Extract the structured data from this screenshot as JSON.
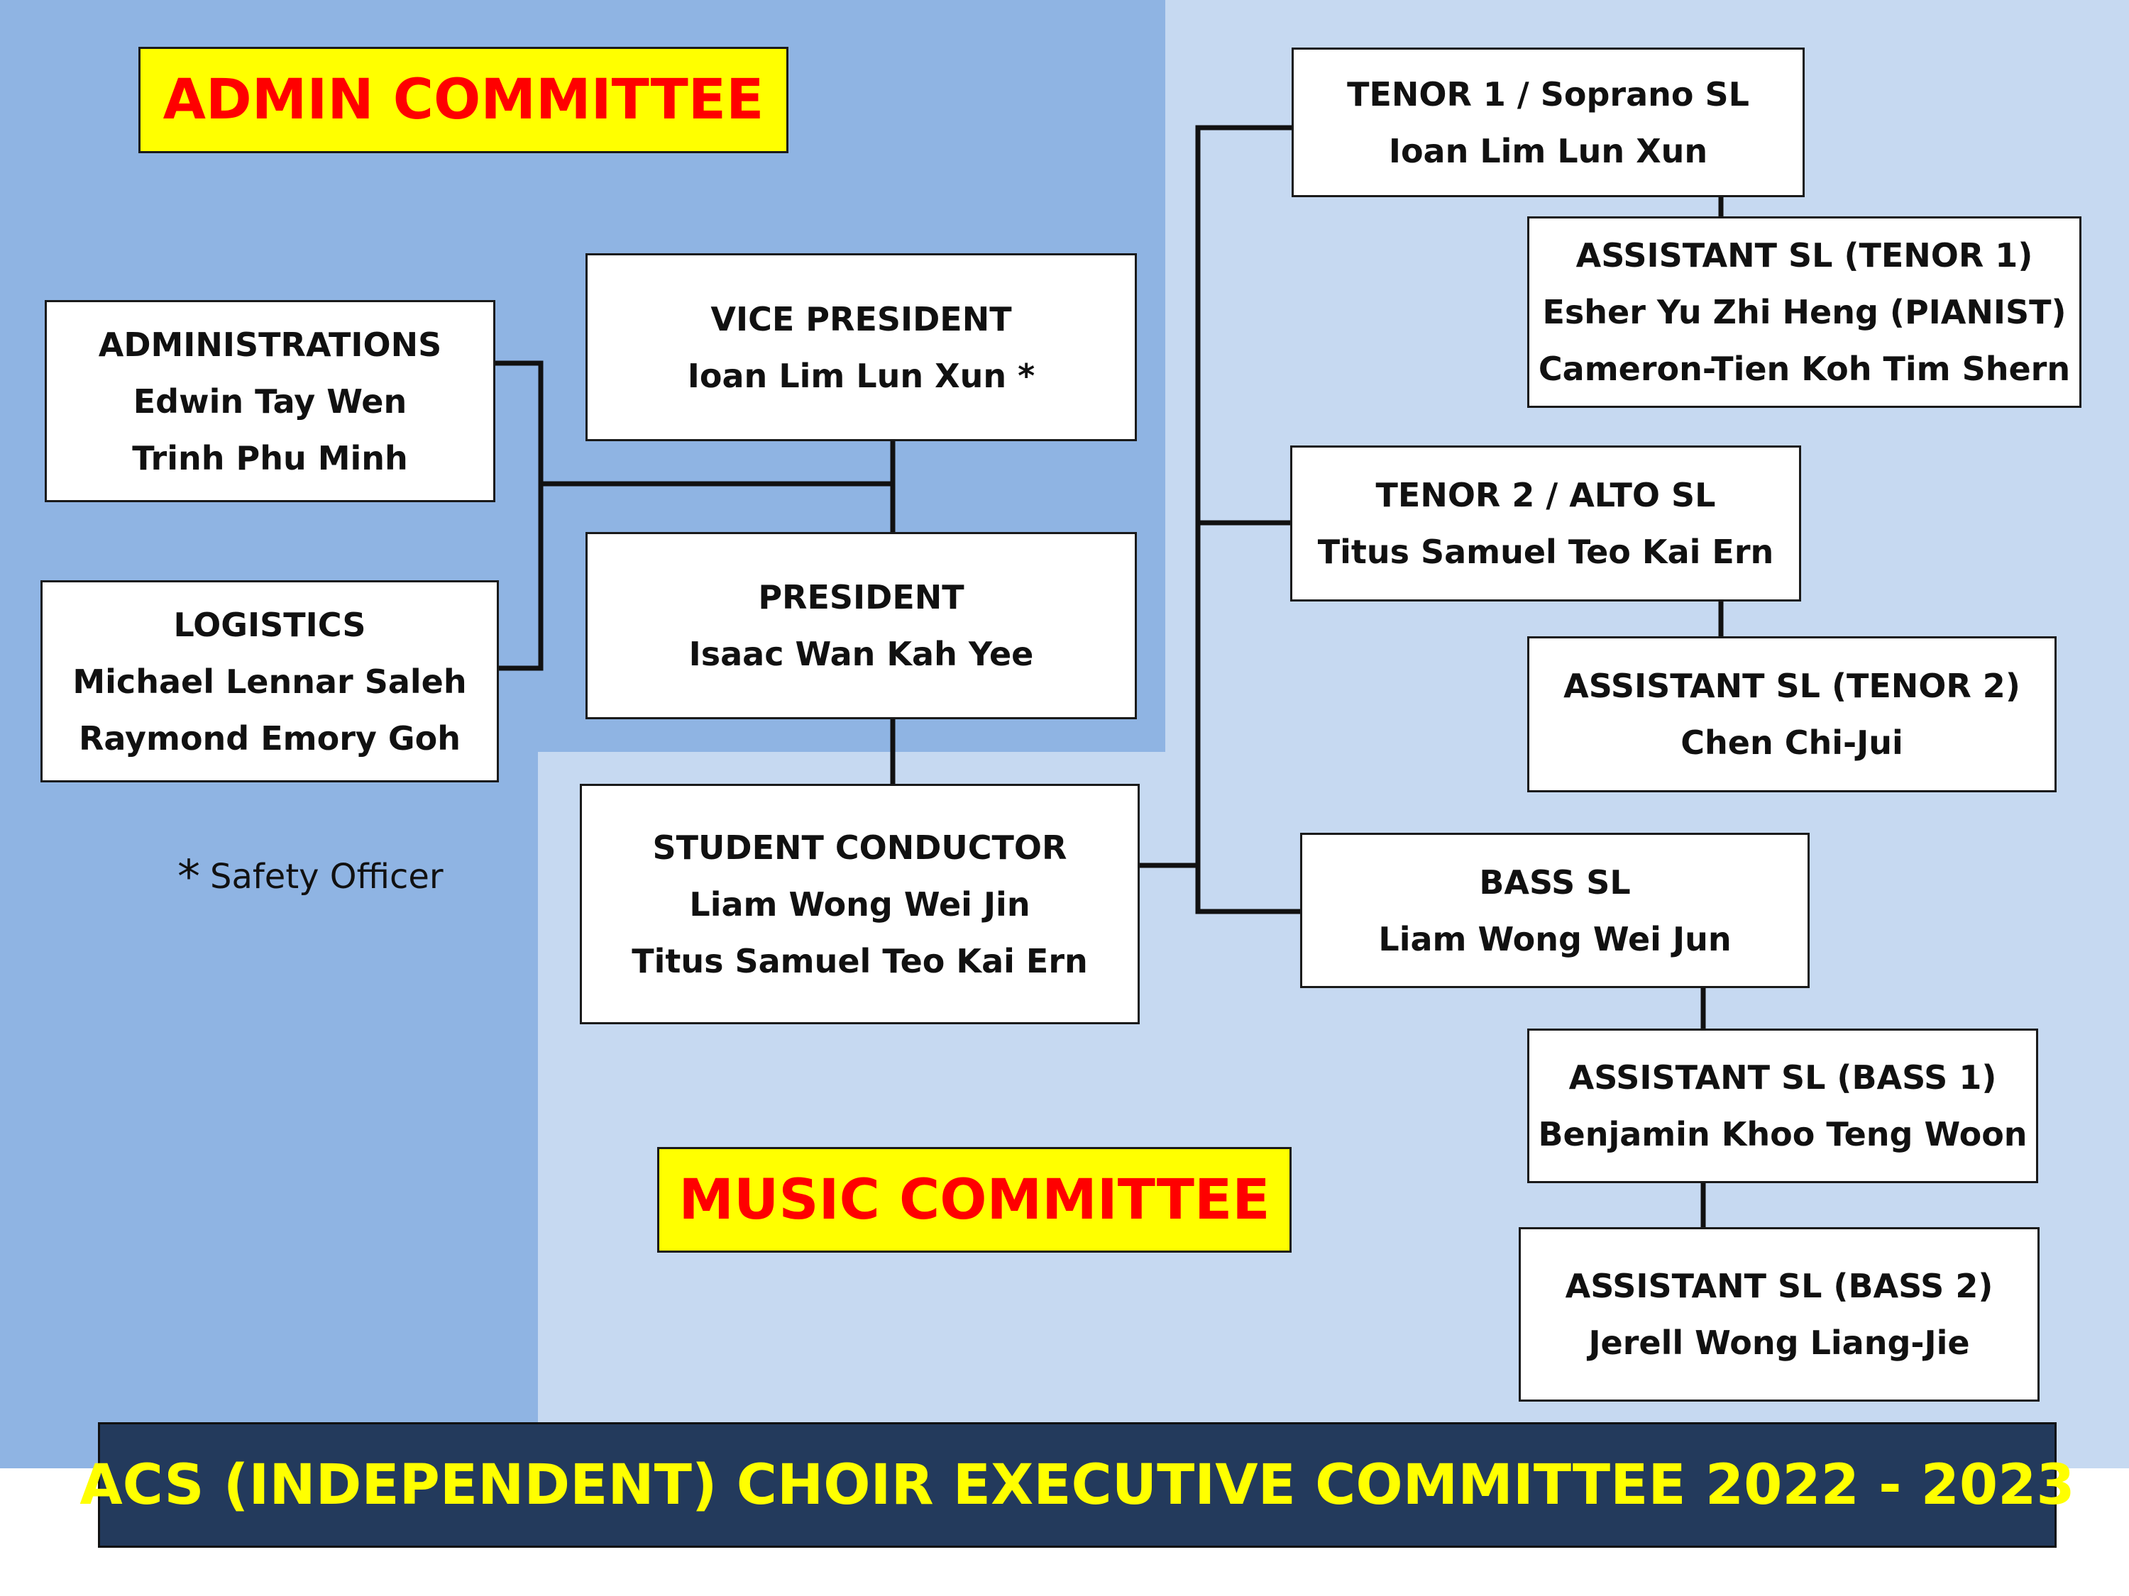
{
  "committees": {
    "admin_label": "ADMIN COMMITTEE",
    "music_label": "MUSIC COMMITTEE"
  },
  "boxes": {
    "administrations": {
      "role": "ADMINISTRATIONS",
      "names": [
        "Edwin Tay Wen",
        "Trinh Phu Minh"
      ]
    },
    "logistics": {
      "role": "LOGISTICS",
      "names": [
        "Michael Lennar Saleh",
        "Raymond Emory Goh"
      ]
    },
    "vice_president": {
      "role": "VICE PRESIDENT",
      "names": [
        "Ioan Lim Lun Xun *"
      ]
    },
    "president": {
      "role": "PRESIDENT",
      "names": [
        "Isaac Wan Kah Yee"
      ]
    },
    "student_conductor": {
      "role": "STUDENT CONDUCTOR",
      "names": [
        "Liam Wong Wei Jin",
        "Titus Samuel Teo Kai Ern"
      ]
    },
    "tenor1": {
      "role": "TENOR 1 / Soprano SL",
      "names": [
        "Ioan Lim Lun Xun"
      ]
    },
    "assistant_tenor1": {
      "role": "ASSISTANT SL (TENOR 1)",
      "names": [
        "Esher Yu Zhi Heng (PIANIST)",
        "Cameron-Tien Koh Tim Shern"
      ]
    },
    "tenor2": {
      "role": "TENOR 2 / ALTO SL",
      "names": [
        "Titus Samuel Teo Kai Ern"
      ]
    },
    "assistant_tenor2": {
      "role": "ASSISTANT SL (TENOR 2)",
      "names": [
        "Chen Chi-Jui"
      ]
    },
    "bass": {
      "role": "BASS SL",
      "names": [
        "Liam Wong Wei Jun"
      ]
    },
    "assistant_bass1": {
      "role": "ASSISTANT SL (BASS 1)",
      "names": [
        "Benjamin Khoo Teng Woon"
      ]
    },
    "assistant_bass2": {
      "role": "ASSISTANT SL (BASS 2)",
      "names": [
        "Jerell Wong Liang-Jie"
      ]
    }
  },
  "footnote": {
    "symbol": "*",
    "text": "Safety Officer"
  },
  "title": "ACS (INDEPENDENT) CHOIR EXECUTIVE COMMITTEE 2022 - 2023",
  "colors": {
    "admin_region": "#8fb4e3",
    "music_region": "#c6d9f1",
    "label_fill": "#ffff00",
    "label_text": "#ff0000",
    "title_fill": "#233a5c",
    "title_text": "#ffff00"
  }
}
